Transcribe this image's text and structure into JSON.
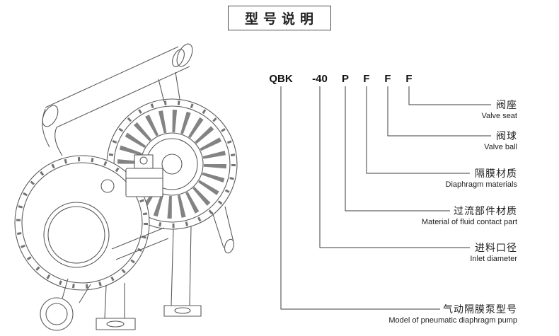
{
  "title": "型号说明",
  "code": {
    "segments": [
      "QBK",
      "-40",
      "P",
      "F",
      "F",
      "F"
    ]
  },
  "labels": [
    {
      "cn": "阀座",
      "en": "Valve seat"
    },
    {
      "cn": "阀球",
      "en": "Valve ball"
    },
    {
      "cn": "隔膜材质",
      "en": "Diaphragm materials"
    },
    {
      "cn": "过流部件材质",
      "en": "Material of fluid contact part"
    },
    {
      "cn": "进料口径",
      "en": "Inlet diameter"
    },
    {
      "cn": "气动隔膜泵型号",
      "en": "Model of pneumatic diaphragm pump"
    }
  ],
  "colors": {
    "line": "#3d3d3d",
    "drawing": "#5a5a5a"
  }
}
